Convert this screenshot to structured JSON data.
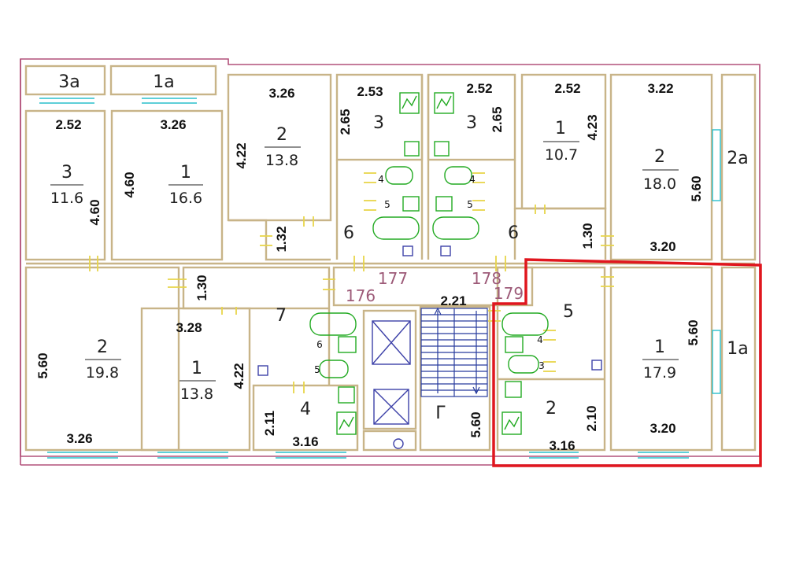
{
  "colors": {
    "wall": "#c8b488",
    "outer_wall": "#b2507a",
    "window": "#29bfcc",
    "door": "#e7d54a",
    "fixture": "#22aa22",
    "stair": "#273b9d",
    "unit_number": "#9d5a78",
    "highlight": "#e0161e"
  },
  "rooms": [
    {
      "id": "3a-top-left",
      "number": "3a",
      "area": ""
    },
    {
      "id": "1a-top-left",
      "number": "1a",
      "area": ""
    },
    {
      "id": "3-left",
      "number": "3",
      "area": "11.6"
    },
    {
      "id": "1-left-top",
      "number": "1",
      "area": "16.6"
    },
    {
      "id": "2-top",
      "number": "2",
      "area": "13.8"
    },
    {
      "id": "3-wc-left",
      "number": "3",
      "area": ""
    },
    {
      "id": "3-wc-right",
      "number": "3",
      "area": ""
    },
    {
      "id": "1-top-right",
      "number": "1",
      "area": "10.7"
    },
    {
      "id": "2-right",
      "number": "2",
      "area": "18.0"
    },
    {
      "id": "2a-right",
      "number": "2a",
      "area": ""
    },
    {
      "id": "6-left-hall",
      "number": "6",
      "area": ""
    },
    {
      "id": "6-right-hall",
      "number": "6",
      "area": ""
    },
    {
      "id": "4-wc-left",
      "number": "4",
      "area": ""
    },
    {
      "id": "5-bath-left",
      "number": "5",
      "area": ""
    },
    {
      "id": "4-wc-right",
      "number": "4",
      "area": ""
    },
    {
      "id": "5-bath-right",
      "number": "5",
      "area": ""
    },
    {
      "id": "2-bottom-left",
      "number": "2",
      "area": "19.8"
    },
    {
      "id": "1-bottom",
      "number": "1",
      "area": "13.8"
    },
    {
      "id": "7-hall",
      "number": "7",
      "area": ""
    },
    {
      "id": "6-wc-bottom",
      "number": "6",
      "area": ""
    },
    {
      "id": "5-bath-bottom",
      "number": "5",
      "area": ""
    },
    {
      "id": "4-kitchen-bottom",
      "number": "4",
      "area": ""
    },
    {
      "id": "stairwell",
      "number": "Г",
      "area": ""
    },
    {
      "id": "5-hall-highlight",
      "number": "5",
      "area": ""
    },
    {
      "id": "4-bath-highlight",
      "number": "4",
      "area": ""
    },
    {
      "id": "3-wc-highlight",
      "number": "3",
      "area": ""
    },
    {
      "id": "2-kitchen-highlight",
      "number": "2",
      "area": ""
    },
    {
      "id": "1-room-highlight",
      "number": "1",
      "area": "17.9"
    },
    {
      "id": "1a-balcony-highlight",
      "number": "1a",
      "area": ""
    }
  ],
  "dimensions": [
    "2.52",
    "3.26",
    "4.60",
    "4.60",
    "3.26",
    "4.22",
    "2.53",
    "2.65",
    "2.52",
    "2.65",
    "2.52",
    "4.23",
    "3.22",
    "5.60",
    "1.32",
    "1.30",
    "3.20",
    "1.30",
    "3.28",
    "5.60",
    "4.22",
    "2.21",
    "5.60",
    "2.11",
    "3.16",
    "3.26",
    "5.60",
    "2.10",
    "3.16",
    "3.20"
  ],
  "unit_numbers": [
    "176",
    "177",
    "178",
    "179"
  ]
}
